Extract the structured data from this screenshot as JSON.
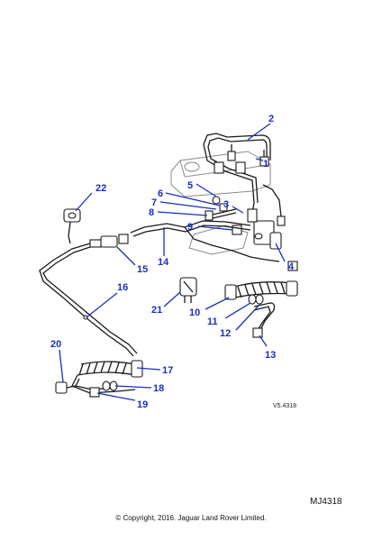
{
  "callouts": {
    "c1": "1",
    "c2": "2",
    "c3": "3",
    "c4": "4",
    "c5": "5",
    "c6": "6",
    "c7": "7",
    "c8": "8",
    "c9": "9",
    "c10": "10",
    "c11": "11",
    "c12": "12",
    "c13": "13",
    "c14": "14",
    "c15": "15",
    "c16": "16",
    "c17": "17",
    "c18": "18",
    "c19": "19",
    "c20": "20",
    "c21": "21",
    "c22": "22"
  },
  "diagram_ref": "V5.4318",
  "image_code": "MJ4318",
  "copyright": "© Copyright, 2016. Jaguar Land Rover Limited.",
  "colors": {
    "callout": "#1a2fc0",
    "line": "#1a1a1a"
  }
}
